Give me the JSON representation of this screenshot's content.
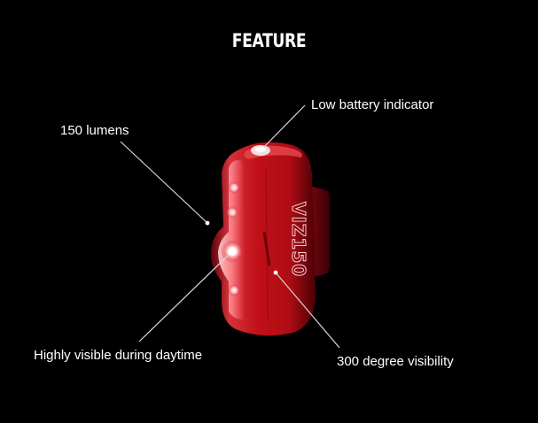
{
  "page": {
    "title": "FEATURE"
  },
  "callouts": {
    "low_battery": "Low battery indicator",
    "lumens": "150 lumens",
    "daytime": "Highly visible during daytime",
    "visibility": "300 degree visibility"
  },
  "product": {
    "brand_mark": "VIZ150",
    "body_color": "#c8121c",
    "highlight_color": "#ff5560"
  }
}
